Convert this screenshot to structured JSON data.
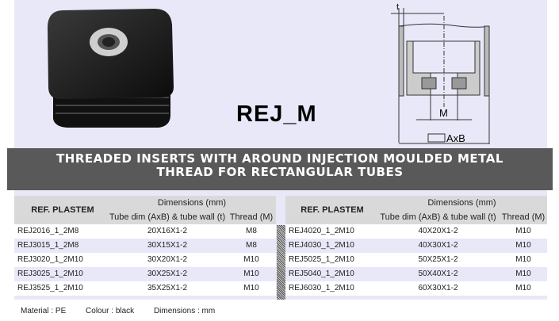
{
  "title": "REJ_M",
  "banner": {
    "line1": "THREADED INSERTS WITH AROUND INJECTION MOULDED METAL",
    "line2": "THREAD FOR RECTANGULAR TUBES"
  },
  "diagram": {
    "t_label": "t",
    "m_label": "M",
    "axb_label": "AxB"
  },
  "table": {
    "ref_header": "REF. PLASTEM",
    "dim_header": "Dimensions (mm)",
    "tube_header": "Tube dim (AxB) & tube wall (t)",
    "thread_header": "Thread (M)",
    "left": [
      {
        "ref": "REJ2016_1_2M8",
        "tube": "20X16X1-2",
        "thread": "M8"
      },
      {
        "ref": "REJ3015_1_2M8",
        "tube": "30X15X1-2",
        "thread": "M8"
      },
      {
        "ref": "REJ3020_1_2M10",
        "tube": "30X20X1-2",
        "thread": "M10"
      },
      {
        "ref": "REJ3025_1_2M10",
        "tube": "30X25X1-2",
        "thread": "M10"
      },
      {
        "ref": "REJ3525_1_2M10",
        "tube": "35X25X1-2",
        "thread": "M10"
      }
    ],
    "right": [
      {
        "ref": "REJ4020_1_2M10",
        "tube": "40X20X1-2",
        "thread": "M10"
      },
      {
        "ref": "REJ4030_1_2M10",
        "tube": "40X30X1-2",
        "thread": "M10"
      },
      {
        "ref": "REJ5025_1_2M10",
        "tube": "50X25X1-2",
        "thread": "M10"
      },
      {
        "ref": "REJ5040_1_2M10",
        "tube": "50X40X1-2",
        "thread": "M10"
      },
      {
        "ref": "REJ6030_1_2M10",
        "tube": "60X30X1-2",
        "thread": "M10"
      }
    ]
  },
  "footer": {
    "material": "Material : PE",
    "colour": "Colour : black",
    "dimensions": "Dimensions : mm"
  }
}
